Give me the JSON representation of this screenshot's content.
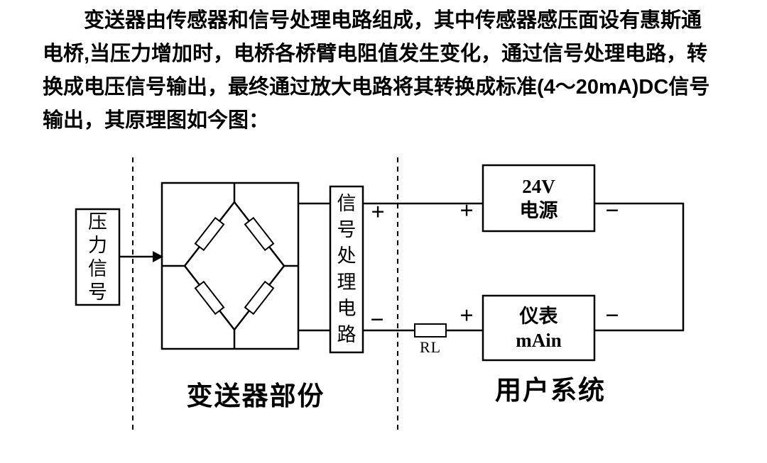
{
  "page": {
    "background": "#ffffff",
    "ink": "#000000"
  },
  "paragraph": {
    "text": "变送器由传感器和信号处理电路组成，其中传感器感压面设有惠斯通电桥,当压力增加时，电桥各桥臂电阻值发生变化，通过信号处理电路，转换成电压信号输出，最终通过放大电路将其转换成标准(4～20mA)DC信号输出，其原理图如今图："
  },
  "diagram": {
    "pressure_signal_label": "压力信号",
    "signal_processing_label": "信号处理电路",
    "power_box": {
      "line1": "24V",
      "line2": "电源"
    },
    "meter_box": {
      "line1": "仪表",
      "line2": "mAin"
    },
    "rl_label": "RL",
    "plus": "+",
    "minus": "−",
    "transmitter_section_label": "变送器部份",
    "user_system_label": "用户系统"
  }
}
